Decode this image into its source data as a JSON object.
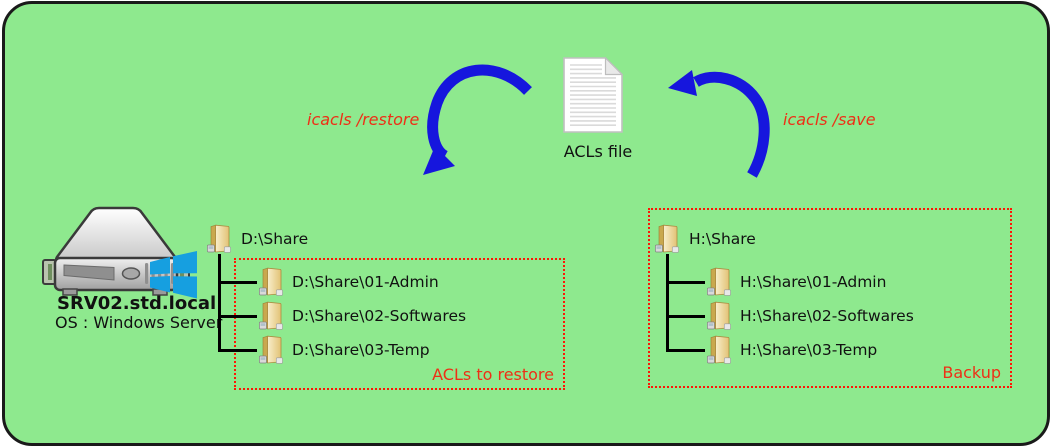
{
  "server": {
    "name": "SRV02.std.local",
    "os": "OS : Windows Server"
  },
  "acls_file": {
    "label": "ACLs file"
  },
  "commands": {
    "restore": "icacls /restore",
    "save": "icacls /save"
  },
  "restore_tree": {
    "root": "D:\\Share",
    "children": [
      "D:\\Share\\01-Admin",
      "D:\\Share\\02-Softwares",
      "D:\\Share\\03-Temp"
    ],
    "box_label": "ACLs to restore"
  },
  "backup_tree": {
    "root": "H:\\Share",
    "children": [
      "H:\\Share\\01-Admin",
      "H:\\Share\\02-Softwares",
      "H:\\Share\\03-Temp"
    ],
    "box_label": "Backup"
  },
  "colors": {
    "background": "#8ee98e",
    "arrow": "#1616dd",
    "command_text": "#ee2f16",
    "box_border": "#ff1505",
    "box_label": "#ee2f16",
    "windows_blue": "#169fe0",
    "folder_yellow": "#e4c87e"
  }
}
